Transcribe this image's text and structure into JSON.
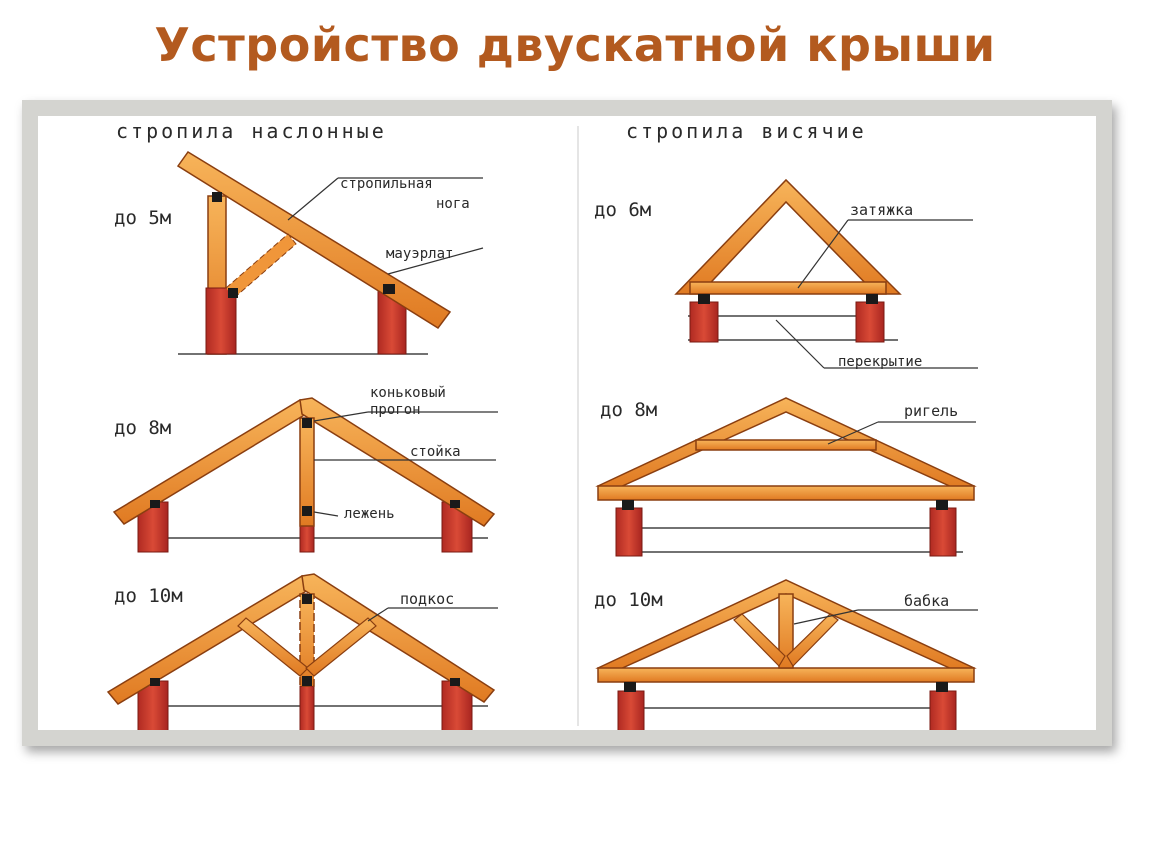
{
  "title": "Устройство двускатной крыши",
  "left_column": {
    "heading": "стропила наслонные",
    "span_5": "до 5м",
    "span_8": "до 8м",
    "span_10": "до 10м",
    "labels": {
      "rafter_leg_1": "стропильная",
      "rafter_leg_2": "нога",
      "mauerlat": "мауэрлат",
      "ridge_purlin_1": "коньковый",
      "ridge_purlin_2": "прогон",
      "post": "стойка",
      "sill": "лежень",
      "strut": "подкос"
    }
  },
  "right_column": {
    "heading": "стропила висячие",
    "span_6": "до 6м",
    "span_8": "до 8м",
    "span_10": "до 10м",
    "labels": {
      "tie": "затяжка",
      "floor": "перекрытие",
      "crossbar": "ригель",
      "king_post": "бабка"
    }
  },
  "colors": {
    "title": "#b35a1f",
    "timber": "#e8892c",
    "timber_light": "#f6b65a",
    "brick": "#c8352a",
    "ink": "#2a2a2a"
  }
}
